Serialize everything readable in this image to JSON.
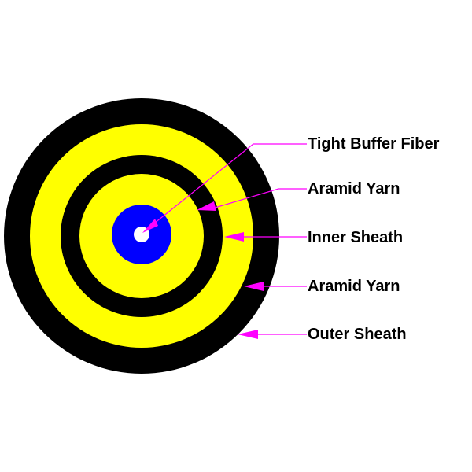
{
  "title": "Tight buffer cable cross-section",
  "colors": {
    "sheath": "#000000",
    "yarn": "#ffff00",
    "buffer": "#0000ff",
    "core": "#ffffff",
    "leader": "#ff00ff"
  },
  "labels": [
    {
      "id": "tight-buffer-fiber",
      "text": "Tight Buffer Fiber"
    },
    {
      "id": "aramid-yarn-inner",
      "text": "Aramid Yarn"
    },
    {
      "id": "inner-sheath",
      "text": "Inner Sheath"
    },
    {
      "id": "aramid-yarn-outer",
      "text": "Aramid Yarn"
    },
    {
      "id": "outer-sheath",
      "text": "Outer Sheath"
    }
  ]
}
